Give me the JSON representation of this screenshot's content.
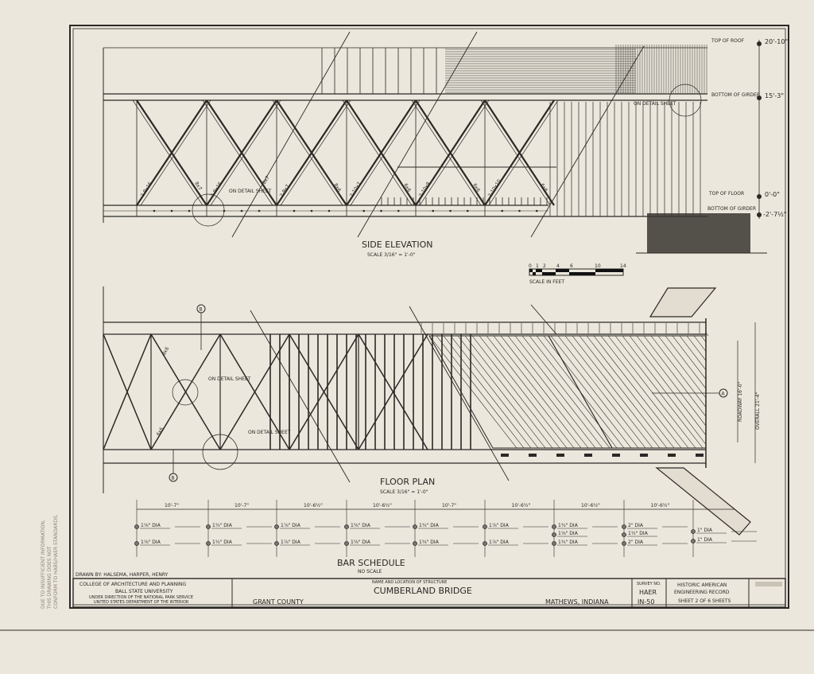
{
  "side_elevation": {
    "title": "SIDE ELEVATION",
    "scale": "SCALE  3/16\" = 1'-0\"",
    "detail_notes": [
      "ON DETAIL SHEET",
      "ON DETAIL SHEET"
    ],
    "member_labels": [
      "2-9x16",
      "8x7",
      "2-9x16",
      "8x7",
      "2-9x7",
      "8x6",
      "2-10x7",
      "6x6",
      "2-10x8",
      "6x6",
      "2-10x10",
      "6x6"
    ],
    "levels": [
      {
        "name": "TOP OF ROOF",
        "value": "20'-10\""
      },
      {
        "name": "BOTTOM OF GIRDER",
        "value": "15'-3\""
      },
      {
        "name": "TOP OF FLOOR",
        "value": "0'-0\""
      },
      {
        "name": "BOTTOM OF GIRDER",
        "value": "-2'-7½\""
      }
    ]
  },
  "scale_bar": {
    "ticks": [
      "0",
      "1",
      "2",
      "4",
      "6",
      "10",
      "14"
    ],
    "label": "SCALE IN FEET"
  },
  "floor_plan": {
    "title": "FLOOR PLAN",
    "scale": "SCALE  3/16\" = 1'-0\"",
    "detail_notes": [
      "ON DETAIL SHEET",
      "ON DETAIL SHEET"
    ],
    "member_labels": [
      "8x6",
      "6x6"
    ],
    "section_marker": "A",
    "section_marker_b": "B",
    "roadway": "ROADWAY 16'-0\"",
    "overall": "OVERALL 21'-4\""
  },
  "bar_schedule": {
    "title": "BAR SCHEDULE",
    "subtitle": "NO SCALE",
    "spacings": [
      "10'-7\"",
      "10'-7\"",
      "10'-6½\"",
      "10'-6½\"",
      "10'-7\"",
      "10'-6½\"",
      "10'-6½\"",
      "10'-6½\""
    ],
    "columns": [
      [
        "1⅛\" DIA",
        "1⅛\" DIA"
      ],
      [
        "1¼\" DIA",
        "1¼\" DIA"
      ],
      [
        "1⅞\" DIA",
        "1⅞\" DIA"
      ],
      [
        "1⅝\" DIA",
        "1⅝\" DIA"
      ],
      [
        "1¾\" DIA",
        "1¾\" DIA"
      ],
      [
        "1⅞\" DIA",
        "1⅞\" DIA"
      ],
      [
        "1¾\" DIA",
        "1⅛\" DIA",
        "1¾\" DIA"
      ],
      [
        "2\" DIA",
        "1½\" DIA",
        "2\" DIA"
      ],
      [
        "1\" DIA",
        "1\" DIA"
      ]
    ]
  },
  "title_block": {
    "drawn_by": "DRAWN BY: HALSEMA, HARPER, HENRY",
    "college": "COLLEGE OF ARCHITECTURE AND PLANNING",
    "university": "BALL STATE UNIVERSITY",
    "direction1": "UNDER DIRECTION OF THE NATIONAL PARK SERVICE",
    "direction2": "UNITED STATES DEPARTMENT OF THE INTERIOR",
    "name_label": "NAME AND LOCATION OF STRUCTURE",
    "structure": "CUMBERLAND BRIDGE",
    "county": "GRANT COUNTY",
    "location": "MATHEWS, INDIANA",
    "survey_label": "SURVEY NO.",
    "survey_1": "HAER",
    "survey_2": "IN-50",
    "record_1": "HISTORIC AMERICAN",
    "record_2": "ENGINEERING RECORD",
    "sheet": "SHEET 2 OF 6 SHEETS"
  },
  "margin_note": [
    "DUE TO INSUFFICIENT INFORMATION,",
    "THIS DRAWING DOES NOT",
    "CONFORM TO HABS/HAER STANDARDS."
  ]
}
